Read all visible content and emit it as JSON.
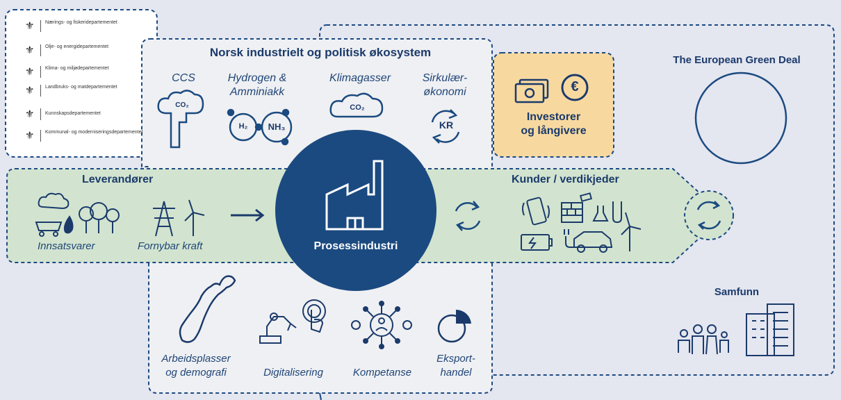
{
  "ministries": [
    {
      "name": "Nærings- og fiskeridepartementet"
    },
    {
      "name": "Olje- og energidepartementet"
    },
    {
      "name": "Klima- og miljødepartementet"
    },
    {
      "name": "Landbruks- og matdepartementet"
    },
    {
      "name": "Kunnskapsdepartementet"
    },
    {
      "name": "Kommunal- og moderniseringsdepartementet"
    }
  ],
  "ecosystem": {
    "title": "Norsk industrielt og politisk økosystem",
    "topics": [
      {
        "label_line1": "CCS",
        "label_line2": "",
        "icon": "co2-cloud-icon",
        "icon_text": "CO₂"
      },
      {
        "label_line1": "Hydrogen &",
        "label_line2": "Amminiakk",
        "icon": "molecule-icon",
        "icon_text_a": "H₂",
        "icon_text_b": "NH₃"
      },
      {
        "label_line1": "Klimagasser",
        "label_line2": "",
        "icon": "co2-cloud-icon",
        "icon_text": "CO₂"
      },
      {
        "label_line1": "Sirkulær-",
        "label_line2": "økonomi",
        "icon": "recycle-icon",
        "icon_text": "KR"
      }
    ]
  },
  "investors": {
    "line1": "Investorer",
    "line2": "og långivere",
    "currency_symbol": "€"
  },
  "green_deal": {
    "title": "The European Green Deal"
  },
  "suppliers": {
    "title": "Leverandører",
    "items": [
      "Innsatsvarer",
      "Fornybar kraft"
    ]
  },
  "center": {
    "label": "Prosessindustri"
  },
  "customers": {
    "title": "Kunder / verdikjeder"
  },
  "society": {
    "title": "Samfunn"
  },
  "bottom": {
    "items": [
      {
        "line1": "Arbeidsplasser",
        "line2": "og demografi"
      },
      {
        "line1": "Digitalisering",
        "line2": ""
      },
      {
        "line1": "Kompetanse",
        "line2": ""
      },
      {
        "line1": "Eksport-",
        "line2": "handel"
      }
    ]
  },
  "colors": {
    "navy": "#1b4a80",
    "green_band": "#d2e4cf",
    "gold_box": "#f7d9a0",
    "panel": "#eff0f3",
    "background": "#e4e6f0"
  }
}
